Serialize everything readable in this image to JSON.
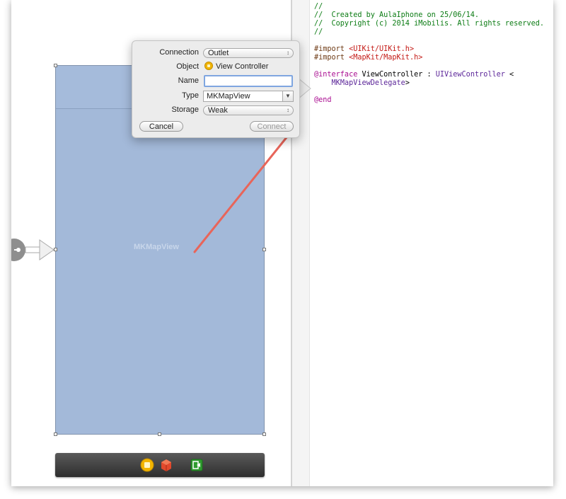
{
  "code": {
    "lines": [
      {
        "parts": [
          {
            "t": "//",
            "c": "cmt"
          }
        ]
      },
      {
        "parts": [
          {
            "t": "//  Created by AulaIphone on 25/06/14.",
            "c": "cmt"
          }
        ]
      },
      {
        "parts": [
          {
            "t": "//  Copyright (c) 2014 iMobilis. All rights reserved.",
            "c": "cmt"
          }
        ]
      },
      {
        "parts": [
          {
            "t": "//",
            "c": "cmt"
          }
        ]
      },
      {
        "parts": [
          {
            "t": "",
            "c": "plain"
          }
        ]
      },
      {
        "parts": [
          {
            "t": "#import ",
            "c": "pre"
          },
          {
            "t": "<UIKit/UIKit.h>",
            "c": "str"
          }
        ]
      },
      {
        "parts": [
          {
            "t": "#import ",
            "c": "pre"
          },
          {
            "t": "<MapKit/MapKit.h>",
            "c": "str"
          }
        ]
      },
      {
        "parts": [
          {
            "t": "",
            "c": "plain"
          }
        ]
      },
      {
        "parts": [
          {
            "t": "@interface",
            "c": "kw"
          },
          {
            "t": " ViewController : ",
            "c": "plain"
          },
          {
            "t": "UIViewController",
            "c": "cls"
          },
          {
            "t": " <",
            "c": "plain"
          }
        ]
      },
      {
        "parts": [
          {
            "t": "    ",
            "c": "plain"
          },
          {
            "t": "MKMapViewDelegate",
            "c": "cls"
          },
          {
            "t": ">",
            "c": "plain"
          }
        ]
      },
      {
        "parts": [
          {
            "t": "",
            "c": "plain"
          }
        ]
      },
      {
        "parts": [
          {
            "t": "@end",
            "c": "kw"
          }
        ]
      }
    ]
  },
  "canvas": {
    "view_label": "MKMapView"
  },
  "popover": {
    "connection_label": "Connection",
    "connection_value": "Outlet",
    "object_label": "Object",
    "object_value": "View Controller",
    "name_label": "Name",
    "name_value": "",
    "type_label": "Type",
    "type_value": "MKMapView",
    "storage_label": "Storage",
    "storage_value": "Weak",
    "cancel_label": "Cancel",
    "connect_label": "Connect"
  },
  "dock": {
    "icons": [
      "view-controller-icon",
      "first-responder-icon",
      "exit-icon"
    ]
  },
  "colors": {
    "view_bg": "#a3b9d9",
    "connection_line": "#e8655a",
    "comment": "#0c7c14",
    "keyword": "#aa0d91",
    "string": "#c41a16"
  }
}
